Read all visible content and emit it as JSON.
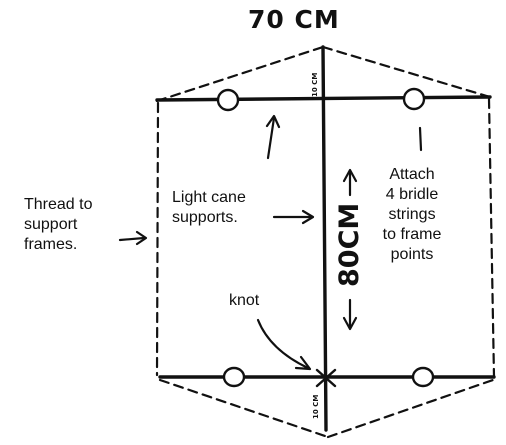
{
  "diagram": {
    "top_width_label": "70 CM",
    "height_label": "80CM",
    "top_spacer_label": "10 CM",
    "bottom_spacer_label": "10 CM",
    "labels": {
      "thread": [
        "Thread to",
        "support",
        "frames."
      ],
      "cane": [
        "Light cane",
        "supports."
      ],
      "bridle": [
        "Attach",
        "4 bridle",
        "strings",
        "to frame",
        "points"
      ],
      "knot": "knot"
    }
  }
}
